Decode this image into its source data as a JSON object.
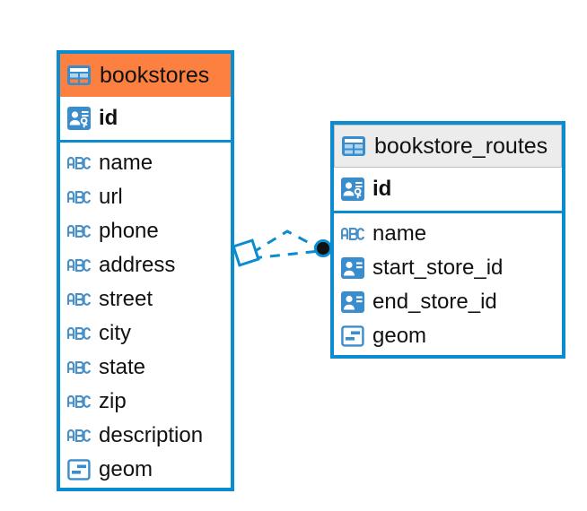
{
  "diagram": {
    "type": "entity-relationship-diagram",
    "background_color": "#FFFFFF",
    "accent_blue": "#0B8CD0",
    "accent_orange": "#FC8040",
    "header_gray": "#ECECEC",
    "icon_blue": "#3A8DCC"
  },
  "entities": [
    {
      "name": "bookstores",
      "header_color": "#FC8040",
      "table_icon": "table-grid-icon",
      "primary_key": {
        "label": "id",
        "icon": "primary-key-icon"
      },
      "fields": [
        {
          "label": "name",
          "icon": "text-abc-icon",
          "icon_text": "ABC"
        },
        {
          "label": "url",
          "icon": "text-abc-icon",
          "icon_text": "ABC"
        },
        {
          "label": "phone",
          "icon": "text-abc-icon",
          "icon_text": "ABC"
        },
        {
          "label": "address",
          "icon": "text-abc-icon",
          "icon_text": "ABC"
        },
        {
          "label": "street",
          "icon": "text-abc-icon",
          "icon_text": "ABC"
        },
        {
          "label": "city",
          "icon": "text-abc-icon",
          "icon_text": "ABC"
        },
        {
          "label": "state",
          "icon": "text-abc-icon",
          "icon_text": "ABC"
        },
        {
          "label": "zip",
          "icon": "text-abc-icon",
          "icon_text": "ABC"
        },
        {
          "label": "description",
          "icon": "text-abc-icon",
          "icon_text": "ABC"
        },
        {
          "label": "geom",
          "icon": "geometry-icon",
          "icon_text": ""
        }
      ]
    },
    {
      "name": "bookstore_routes",
      "header_color": "#ECECEC",
      "table_icon": "table-grid-icon",
      "primary_key": {
        "label": "id",
        "icon": "primary-key-icon"
      },
      "fields": [
        {
          "label": "name",
          "icon": "text-abc-icon",
          "icon_text": "ABC"
        },
        {
          "label": "start_store_id",
          "icon": "foreign-key-icon",
          "icon_text": ""
        },
        {
          "label": "end_store_id",
          "icon": "foreign-key-icon",
          "icon_text": ""
        },
        {
          "label": "geom",
          "icon": "geometry-icon",
          "icon_text": ""
        }
      ]
    }
  ],
  "relationship": {
    "from_entity": "bookstores",
    "to_entity": "bookstore_routes",
    "line_style": "dashed",
    "line_color": "#0B8CD0",
    "source_marker": "diamond",
    "target_marker": "filled-circle"
  }
}
